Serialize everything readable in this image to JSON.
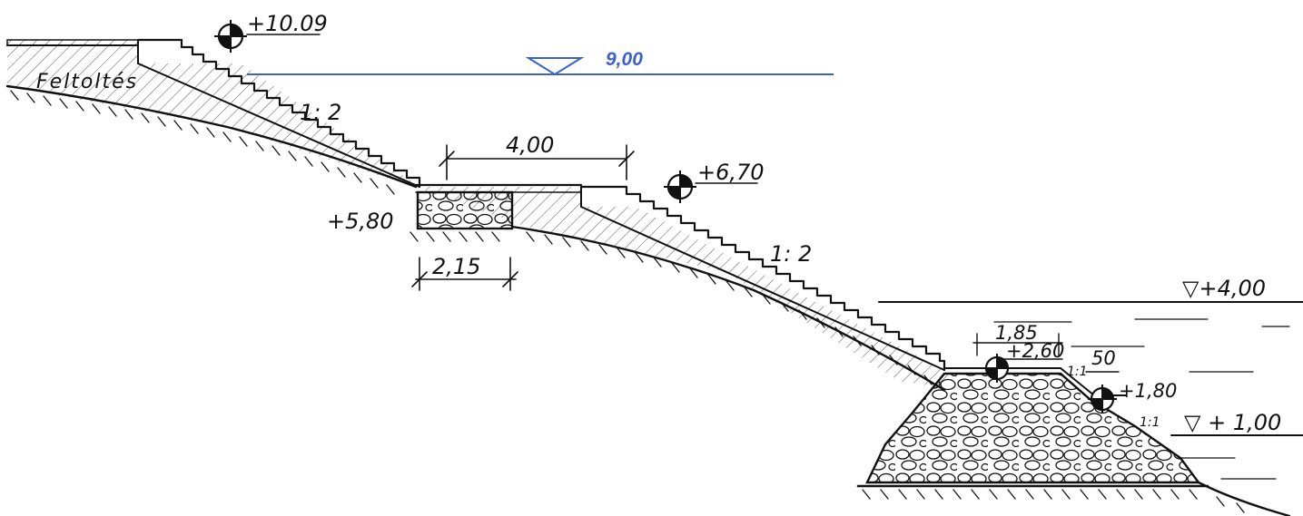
{
  "colors": {
    "ink": "#111111",
    "water": "#3a62c9",
    "background": "#ffffff"
  },
  "labels": {
    "fill_label": "Feltoltés",
    "top_elev": "+10.09",
    "water_level": "9,00",
    "slope_upper": "1: 2",
    "slope_lower": "1: 2",
    "berm_width": "4,00",
    "berm_elev": "+6,70",
    "base_elev": "+5,80",
    "base_width": "2,15",
    "river_high": "▽+4,00",
    "river_low": "▽ + 1,00",
    "toe_top_width": "1,85",
    "toe_elev": "+2,60",
    "toe_offset": "50",
    "toe_low_elev": "+1,80",
    "toe_slope_a": "1:1",
    "toe_slope_b": "1:1"
  },
  "icons": [
    "elevation-marker-icon",
    "water-level-triangle-icon"
  ]
}
